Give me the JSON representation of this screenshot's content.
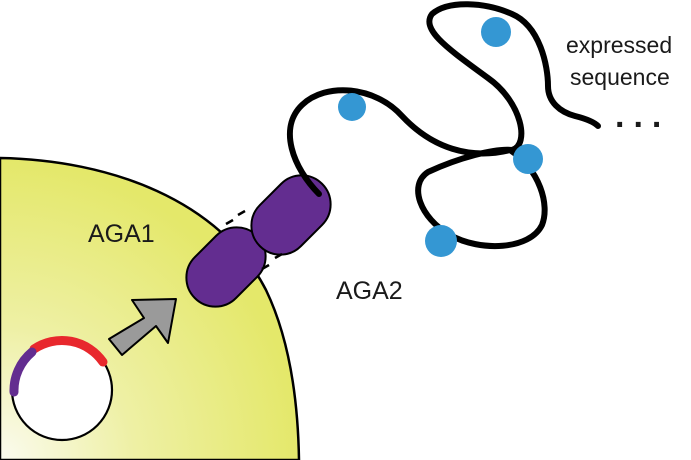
{
  "labels": {
    "aga1": "AGA1",
    "aga2": "AGA2",
    "expressed_line1": "expressed",
    "expressed_line2": "sequence",
    "continuation": "..."
  },
  "colors": {
    "cell": "#e8eb78",
    "cell_light": "#f7f8d9",
    "protein": "#632d90",
    "plasmid_insert": "#e8282d",
    "arrow": "#9a9a9a",
    "glycan": "#3497d3",
    "chain": "#000000"
  },
  "icons": {
    "plasmid": "plasmid-icon",
    "arrow": "arrow-icon",
    "glycan": "glycan-dot-icon"
  }
}
